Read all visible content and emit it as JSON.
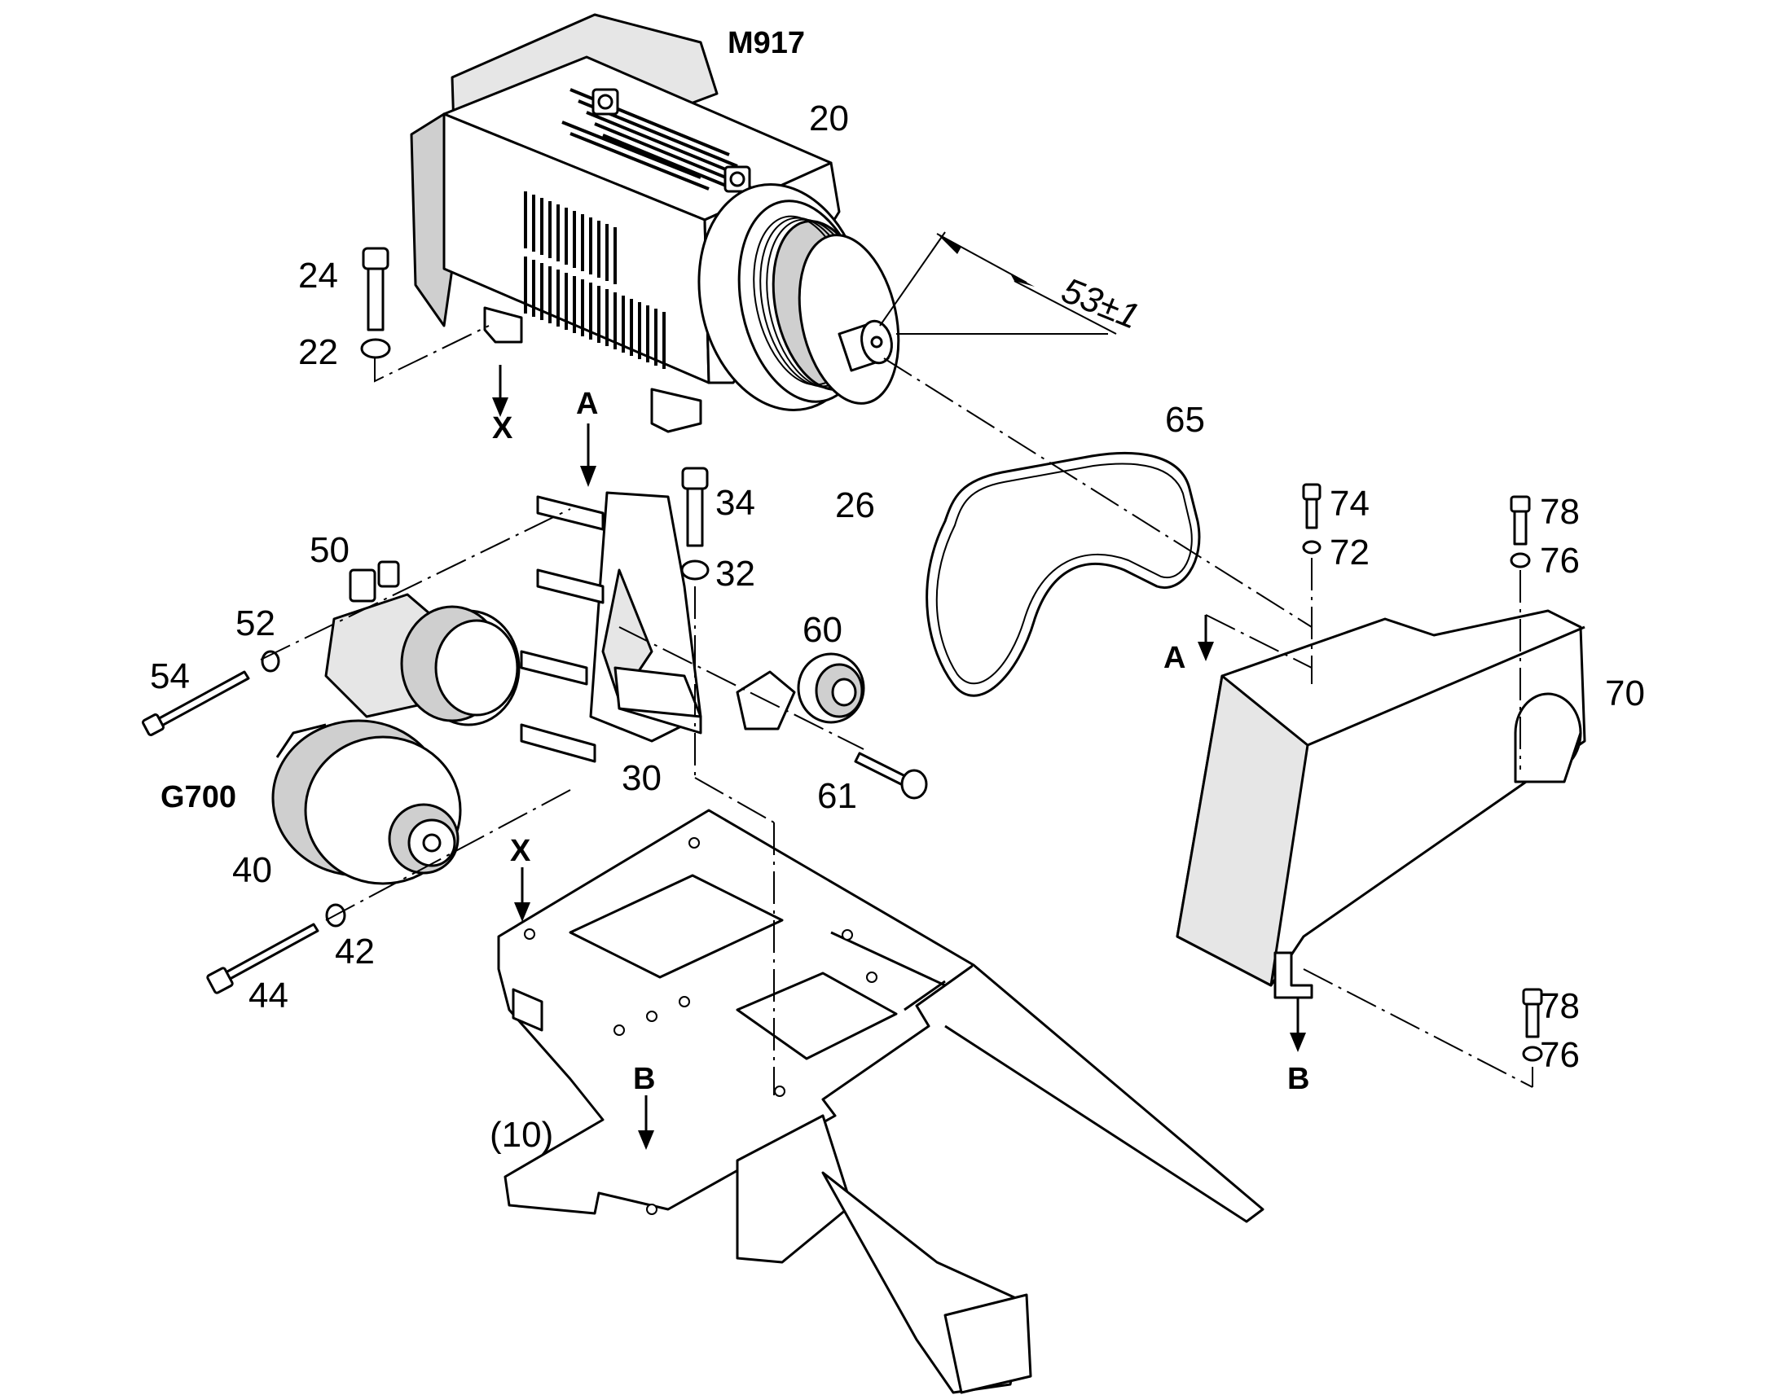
{
  "labels": {
    "m917": "M917",
    "p20": "20",
    "p24": "24",
    "p22": "22",
    "x_top": "X",
    "a_top": "A",
    "dim": "53±1",
    "p65": "65",
    "p26": "26",
    "p34": "34",
    "p32": "32",
    "p74": "74",
    "p72": "72",
    "p78a": "78",
    "p76a": "76",
    "p50": "50",
    "p52": "52",
    "p60": "60",
    "a_right": "A",
    "p70": "70",
    "p54": "54",
    "p30": "30",
    "p61": "61",
    "g700": "G700",
    "x_mid": "X",
    "p40": "40",
    "p42": "42",
    "p44": "44",
    "p78b": "78",
    "p76b": "76",
    "b_mid": "B",
    "b_right": "B",
    "p10": "(10)"
  },
  "icons": {
    "motor": "electric-motor-icon",
    "belt": "poly-v-belt-icon",
    "guard": "belt-guard-icon",
    "compressor": "compressor-icon",
    "alternator": "alternator-icon",
    "tensioner": "belt-tensioner-icon",
    "bracket": "mounting-bracket-icon",
    "frame": "base-frame-icon"
  }
}
